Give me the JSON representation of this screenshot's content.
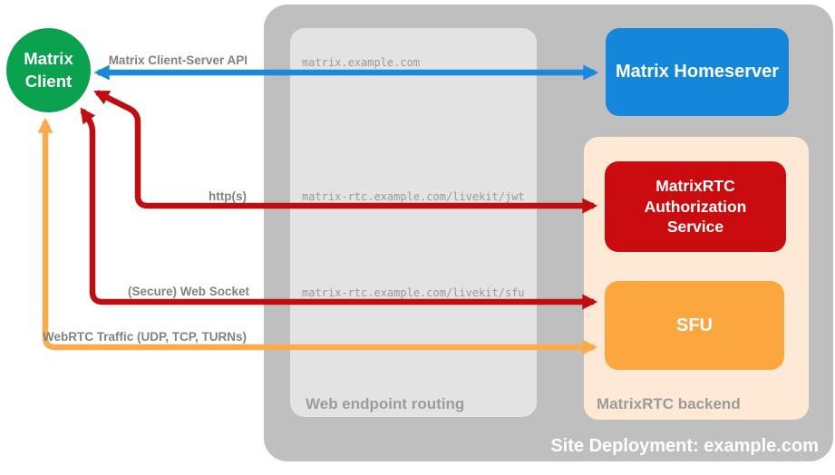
{
  "diagram": {
    "site_container": {
      "label": "Site Deployment: example.com",
      "bg_color": "#bfbfbf",
      "label_color": "#ffffff"
    },
    "routing_container": {
      "label": "Web endpoint routing",
      "bg_color": "#e3e3e3",
      "label_color": "#9c9c9c"
    },
    "backend_container": {
      "label": "MatrixRTC backend",
      "bg_color": "#fde9d5",
      "label_color": "#9c9c9c"
    },
    "nodes": {
      "client": {
        "label": "Matrix\nClient",
        "bg_color": "#0ba24f",
        "shape": "circle"
      },
      "homeserver": {
        "label": "Matrix Homeserver",
        "bg_color": "#1587da"
      },
      "auth_service": {
        "label": "MatrixRTC\nAuthorization\nService",
        "bg_color": "#ca0b0f"
      },
      "sfu": {
        "label": "SFU",
        "bg_color": "#fba63e"
      }
    },
    "endpoints": {
      "homeserver": "matrix.example.com",
      "jwt": "matrix-rtc.example.com/livekit/jwt",
      "sfu": "matrix-rtc.example.com/livekit/sfu"
    },
    "connections": [
      {
        "label": "Matrix Client-Server API",
        "color": "#1a88db",
        "from": "Matrix Client",
        "to": "Matrix Homeserver",
        "bidirectional": true
      },
      {
        "label": "http(s)",
        "color": "#c00d11",
        "from": "Matrix Client",
        "to": "MatrixRTC Authorization Service",
        "bidirectional": true
      },
      {
        "label": "(Secure) Web Socket",
        "color": "#c00d11",
        "from": "Matrix Client",
        "to": "SFU",
        "bidirectional": true
      },
      {
        "label": "WebRTC Traffic (UDP, TCP, TURNs)",
        "color": "#f9ab4d",
        "from": "Matrix Client",
        "to": "SFU",
        "bidirectional": true
      }
    ]
  }
}
